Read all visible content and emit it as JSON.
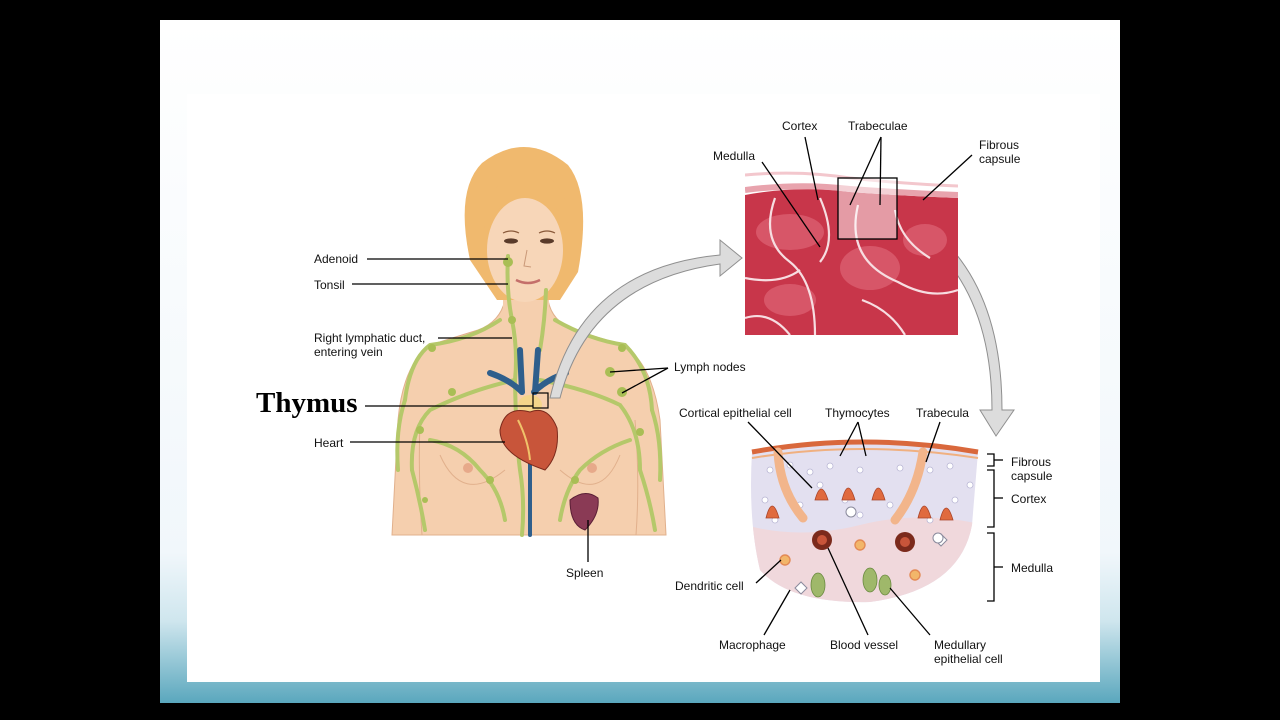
{
  "colors": {
    "frame": "#000000",
    "slide_gradient_bottom": "#5aa7bd",
    "skin": "#f5cfae",
    "hair": "#f0b96e",
    "lymph": "#b5c86a",
    "tissue": "#c8364a",
    "vessel": "#2f5f8c"
  },
  "labels": {
    "thymus": "Thymus",
    "adenoid": "Adenoid",
    "tonsil": "Tonsil",
    "right_duct": "Right lymphatic duct,\nentering vein",
    "heart": "Heart",
    "spleen": "Spleen",
    "lymph_nodes": "Lymph nodes",
    "cortex": "Cortex",
    "trabeculae": "Trabeculae",
    "medulla": "Medulla",
    "fibrous_capsule": "Fibrous\ncapsule",
    "cortical_epithelial_cell": "Cortical epithelial cell",
    "thymocytes": "Thymocytes",
    "trabecula": "Trabecula",
    "fibrous_capsule_2": "Fibrous\ncapsule",
    "cortex_2": "Cortex",
    "medulla_2": "Medulla",
    "dendritic_cell": "Dendritic cell",
    "macrophage": "Macrophage",
    "blood_vessel": "Blood vessel",
    "medullary_epithelial_cell": "Medullary\nepithelial cell"
  },
  "icons": [
    "female-body-figure",
    "thymus-micrograph",
    "thymus-lobule-diagram",
    "curved-arrow"
  ]
}
